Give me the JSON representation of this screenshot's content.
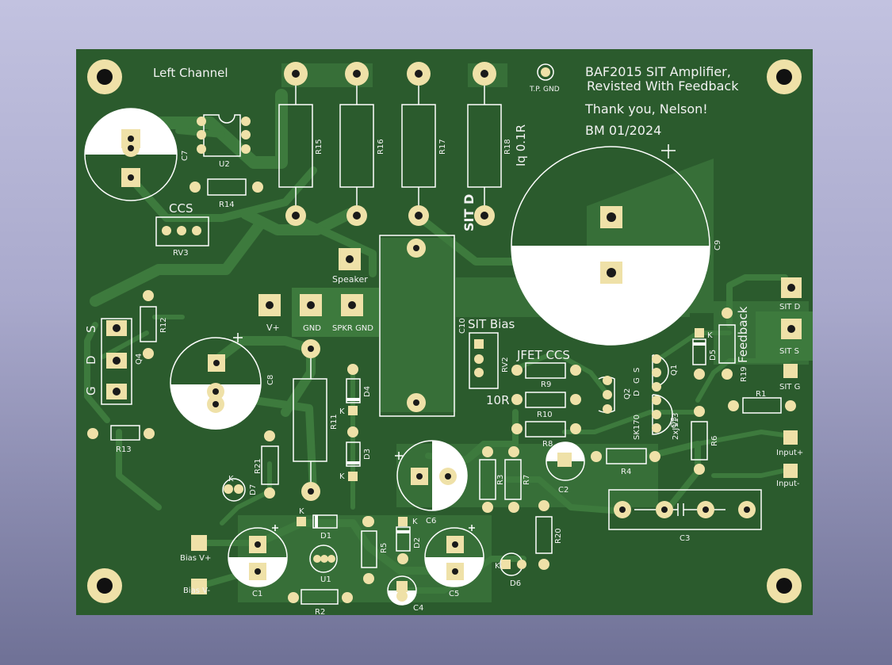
{
  "colors": {
    "board": "#2b5b2d",
    "copper": "#3d7a3d",
    "pad": "#efe1a8",
    "silk": "#ffffff"
  },
  "texts": {
    "left_channel": "Left Channel",
    "title_line1": "BAF2015 SIT Amplifier,",
    "title_line2": "Revisted With Feedback",
    "thanks": "Thank you, Nelson!",
    "date": "BM 01/2024",
    "tp_gnd": "T.P. GND",
    "iq": "Iq 0.1R",
    "sit_d_vert": "SIT D",
    "ccs": "CCS",
    "speaker": "Speaker",
    "v_plus": "V+",
    "gnd": "GND",
    "spkr_gnd": "SPKR GND",
    "sit_bias": "SIT Bias",
    "jfet_ccs": "JFET CCS",
    "ten_r": "10R",
    "feedback": "Feedback",
    "sit_d": "SIT D",
    "sit_s": "SIT S",
    "sit_g": "SIT G",
    "input_plus": "Input+",
    "input_minus": "Input-",
    "bias_vplus": "Bias V+",
    "bias_vminus": "Bias V-",
    "pin_s": "S",
    "pin_d": "D",
    "pin_g": "G",
    "sk170": "SK170",
    "twojx": "2xJ113",
    "q2_d": "D",
    "q2_g": "G",
    "q2_s": "S",
    "k": "K"
  },
  "refs": {
    "r15": "R15",
    "r16": "R16",
    "r17": "R17",
    "r18": "R18",
    "r14": "R14",
    "r12": "R12",
    "r13": "R13",
    "r11": "R11",
    "r21": "R21",
    "r3": "R3",
    "r7": "R7",
    "r9": "R9",
    "r10": "R10",
    "r8": "R8",
    "r4": "R4",
    "r6": "R6",
    "r1": "R1",
    "r19": "R19",
    "r5": "R5",
    "r2": "R2",
    "r20": "R20",
    "c7": "C7",
    "c8": "C8",
    "c9": "C9",
    "c10": "C10",
    "c6": "C6",
    "c2": "C2",
    "c3": "C3",
    "c1": "C1",
    "c5": "C5",
    "c4": "C4",
    "u2": "U2",
    "u1": "U1",
    "rv3": "RV3",
    "rv2": "RV2",
    "q4": "Q4",
    "q1": "Q1",
    "q2": "Q2",
    "q3": "Q3",
    "d4": "D4",
    "d3": "D3",
    "d7": "D7",
    "d1": "D1",
    "d2": "D2",
    "d6": "D6",
    "d5": "D5"
  }
}
